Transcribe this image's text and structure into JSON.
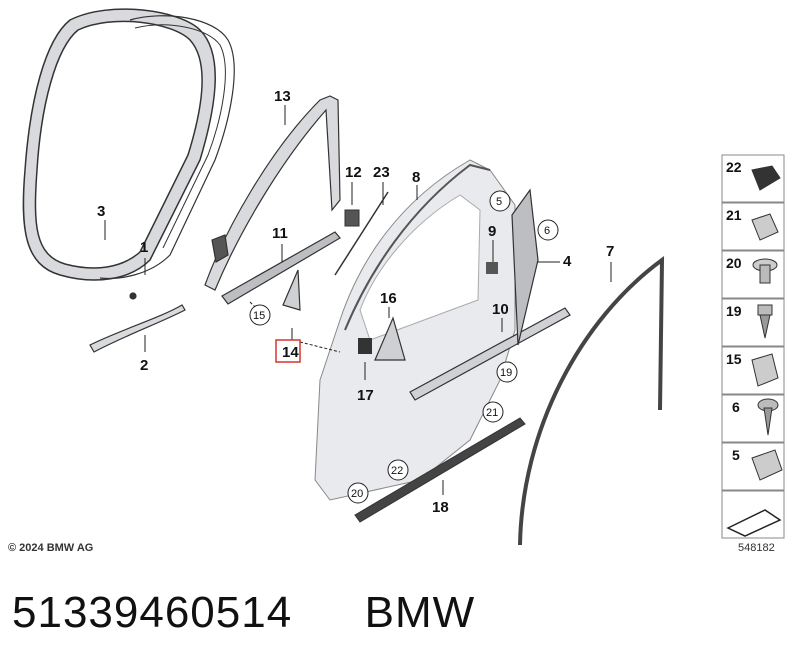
{
  "diagram": {
    "callouts": [
      "1",
      "2",
      "3",
      "4",
      "7",
      "8",
      "9",
      "10",
      "11",
      "12",
      "13",
      "14",
      "16",
      "17",
      "18",
      "23"
    ],
    "circled_callouts": [
      "5",
      "6",
      "15",
      "19",
      "20",
      "21",
      "22"
    ],
    "highlighted_callout": "14",
    "kit_items": [
      "22",
      "21",
      "20",
      "19",
      "15",
      "6",
      "5"
    ]
  },
  "copyright": "© 2024 BMW AG",
  "image_number": "548182",
  "part_number": "51339460514",
  "brand": "BMW",
  "colors": {
    "highlight": "#d9342b",
    "part_fill": "#e9eaed",
    "outline": "#333333"
  }
}
